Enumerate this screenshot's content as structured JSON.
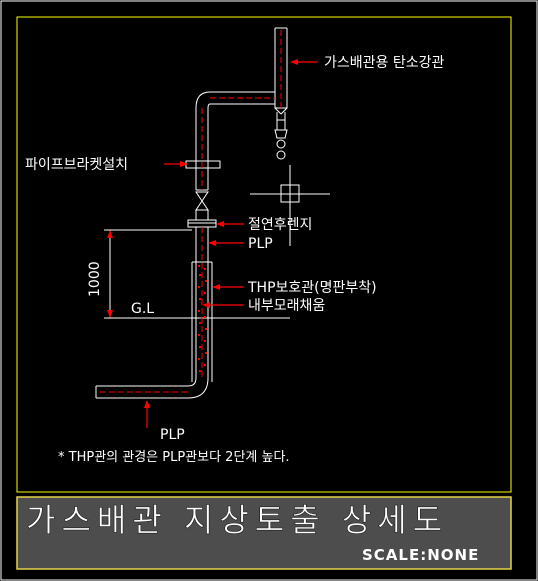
{
  "labels": {
    "carbon_steel_pipe": "가스배관용  탄소강관",
    "pipe_bracket": "파이프브라켓설치",
    "insulation_flange": "절연후렌지",
    "plp_top": "PLP",
    "thp_protection": "THP보호관(명판부착)",
    "inner_sand": "내부모래채움",
    "ground_level": "G.L",
    "dimension_1000": "1000",
    "plp_bottom": "PLP",
    "note": "* THP관의 관경은 PLP관보다 2단계 높다."
  },
  "title_block": {
    "title": "가스배관 지상토출 상세도",
    "scale": "SCALE:NONE"
  },
  "colors": {
    "background": "#000000",
    "frame": "#ffff00",
    "pipe": "#ffffff",
    "leader": "#ff0000",
    "title_fill": "#4d4d4d",
    "title_border": "#e6d34a"
  }
}
